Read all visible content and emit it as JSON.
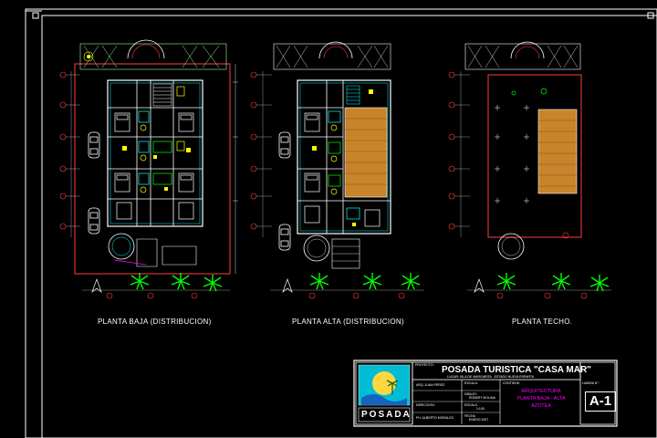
{
  "drawing": {
    "plans": [
      {
        "label": "PLANTA BAJA (DISTRIBUCION)"
      },
      {
        "label": "PLANTA ALTA (DISTRIBUCION)"
      },
      {
        "label": "PLANTA TECHO."
      }
    ]
  },
  "title_block": {
    "logo_text": "POSADA",
    "project_field": "PROYECTO:",
    "project_title": "POSADA TURISTICA \"CASA MAR\"",
    "project_subtitle": "LUGAR: ISLA DE MARGARITA - ESTADO NUEVA ESPARTA",
    "content_field": "CONTIENE:",
    "content_lines": [
      "ARQUITECTURA",
      "PLANTA BAJA - ALTA",
      "AZOTEA"
    ],
    "sheet_field": "LAMINA N°:",
    "sheet_number": "A-1",
    "rows": [
      {
        "left": "ARQ. JUAN PEREZ",
        "mid_label": "ESCALA:",
        "mid_value": ""
      },
      {
        "left": "",
        "mid_label": "DIBUJO:",
        "mid_value": "ROBERT MOLINA"
      },
      {
        "left": "DIRECCION:",
        "mid_label": "ESCALA",
        "mid_value": "1:100"
      },
      {
        "left": "PH. ALBERTO MORALES",
        "mid_label": "FECHA",
        "mid_value": "ENERO 2007"
      }
    ]
  },
  "colors": {
    "background": "#000000",
    "border": "#ffffff",
    "walls": "#ffffff",
    "cyan": "#00ffff",
    "yellow": "#ffff00",
    "green": "#00ff00",
    "red": "#ff3b3b",
    "magenta": "#ff00ff",
    "wood": "#c8842a"
  }
}
